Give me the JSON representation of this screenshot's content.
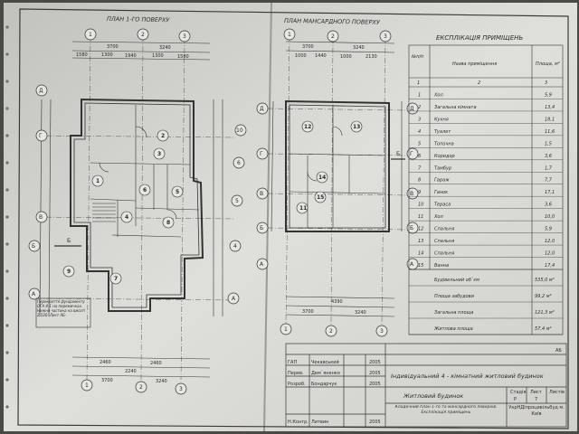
{
  "plan1": {
    "title": "ПЛАН 1-ГО ПОВЕРХУ",
    "axes_top": [
      "1",
      "2",
      "3"
    ],
    "axes_bottom": [
      "1",
      "2",
      "3"
    ],
    "axes_left": [
      "Д",
      "Г",
      "В",
      "Б",
      "А"
    ],
    "axes_right": [
      "10",
      "6",
      "5",
      "4",
      "А"
    ],
    "dims_top_total": [
      "3700",
      "3240"
    ],
    "dims_top_parts": [
      "1580",
      "1300",
      "1940",
      "1300",
      "1580"
    ],
    "dims_bottom": [
      "2460",
      "2460",
      "2240",
      "3700",
      "3240"
    ],
    "rooms": [
      "1",
      "2",
      "3",
      "4",
      "5",
      "6",
      "7",
      "8",
      "9"
    ],
    "section_mark": "Б",
    "note": "Перекриття фундаменту ОГА 4-1 на перемичках. Нижня частина на висоті 2,520. Лист АБ-"
  },
  "plan2": {
    "title": "ПЛАН МАНСАРДНОГО ПОВЕРХУ",
    "axes_top": [
      "1",
      "2",
      "3"
    ],
    "axes_bottom": [
      "1",
      "2",
      "3"
    ],
    "axes_left": [
      "Д",
      "Г",
      "В",
      "Б",
      "А"
    ],
    "axes_right": [
      "Д",
      "Г",
      "В",
      "Б",
      "А"
    ],
    "dims_top_total": [
      "3700",
      "3240"
    ],
    "dims_top_parts": [
      "1000",
      "1440",
      "1000",
      "2130"
    ],
    "dims_bottom": [
      "4390",
      "3700",
      "3240"
    ],
    "rooms": [
      "12",
      "13",
      "14",
      "11",
      "15"
    ],
    "section_mark": "Б"
  },
  "explication": {
    "title": "ЕКСПЛІКАЦІЯ ПРИМІЩЕНЬ",
    "col_no": "№п/п",
    "col_name": "Назва приміщення",
    "col_area": "Площа, м²",
    "numbers_row": [
      "1",
      "2",
      "3"
    ],
    "rows": [
      {
        "n": "1",
        "name": "Хол",
        "area": "5,9"
      },
      {
        "n": "2",
        "name": "Загальна кімната",
        "area": "13,4"
      },
      {
        "n": "3",
        "name": "Кухня",
        "area": "18,1"
      },
      {
        "n": "4",
        "name": "Туалет",
        "area": "11,6"
      },
      {
        "n": "5",
        "name": "Топочна",
        "area": "1,5"
      },
      {
        "n": "6",
        "name": "Коридор",
        "area": "3,6"
      },
      {
        "n": "7",
        "name": "Тамбур",
        "area": "1,7"
      },
      {
        "n": "8",
        "name": "Гараж",
        "area": "7,7"
      },
      {
        "n": "9",
        "name": "Ганок",
        "area": "17,1"
      },
      {
        "n": "10",
        "name": "Тераса",
        "area": "3,6"
      },
      {
        "n": "11",
        "name": "Хол",
        "area": "10,0"
      },
      {
        "n": "12",
        "name": "Спальня",
        "area": "5,9"
      },
      {
        "n": "13",
        "name": "Спальня",
        "area": "12,0"
      },
      {
        "n": "14",
        "name": "Спальня",
        "area": "12,0"
      },
      {
        "n": "15",
        "name": "Ванна",
        "area": "17,4"
      }
    ],
    "summary": [
      {
        "label": "Будівельний об`єм",
        "value": "535,0 м³"
      },
      {
        "label": "Площа забудови",
        "value": "99,2 м²"
      },
      {
        "label": "Загальна площа",
        "value": "121,3 м²"
      },
      {
        "label": "Житлова площа",
        "value": "57,4 м²"
      }
    ]
  },
  "title_block": {
    "sheet_code": "АБ",
    "project_title": "Індивідуальний 4 - кімнатний житловий будинок",
    "building_name": "Житловий будинок",
    "drawing_name": "Кладочний план 1-го та мансардного поверхів. Експлікація приміщень",
    "org": "УкрНДІпроцивільбуд м. Київ",
    "col_stage": "Стадія",
    "col_sheet": "Лист",
    "col_sheets": "Листів",
    "stage": "Р",
    "sheet": "7",
    "staff": [
      {
        "role": "ГАП",
        "name": "Чекавський",
        "year": "2005"
      },
      {
        "role": "Перев.",
        "name": "Дем`яненко",
        "year": "2005"
      },
      {
        "role": "Розроб.",
        "name": "Бондарчук",
        "year": "2005"
      },
      {
        "role": "Н.Контр.",
        "name": "Литвин",
        "year": "2005"
      }
    ]
  }
}
